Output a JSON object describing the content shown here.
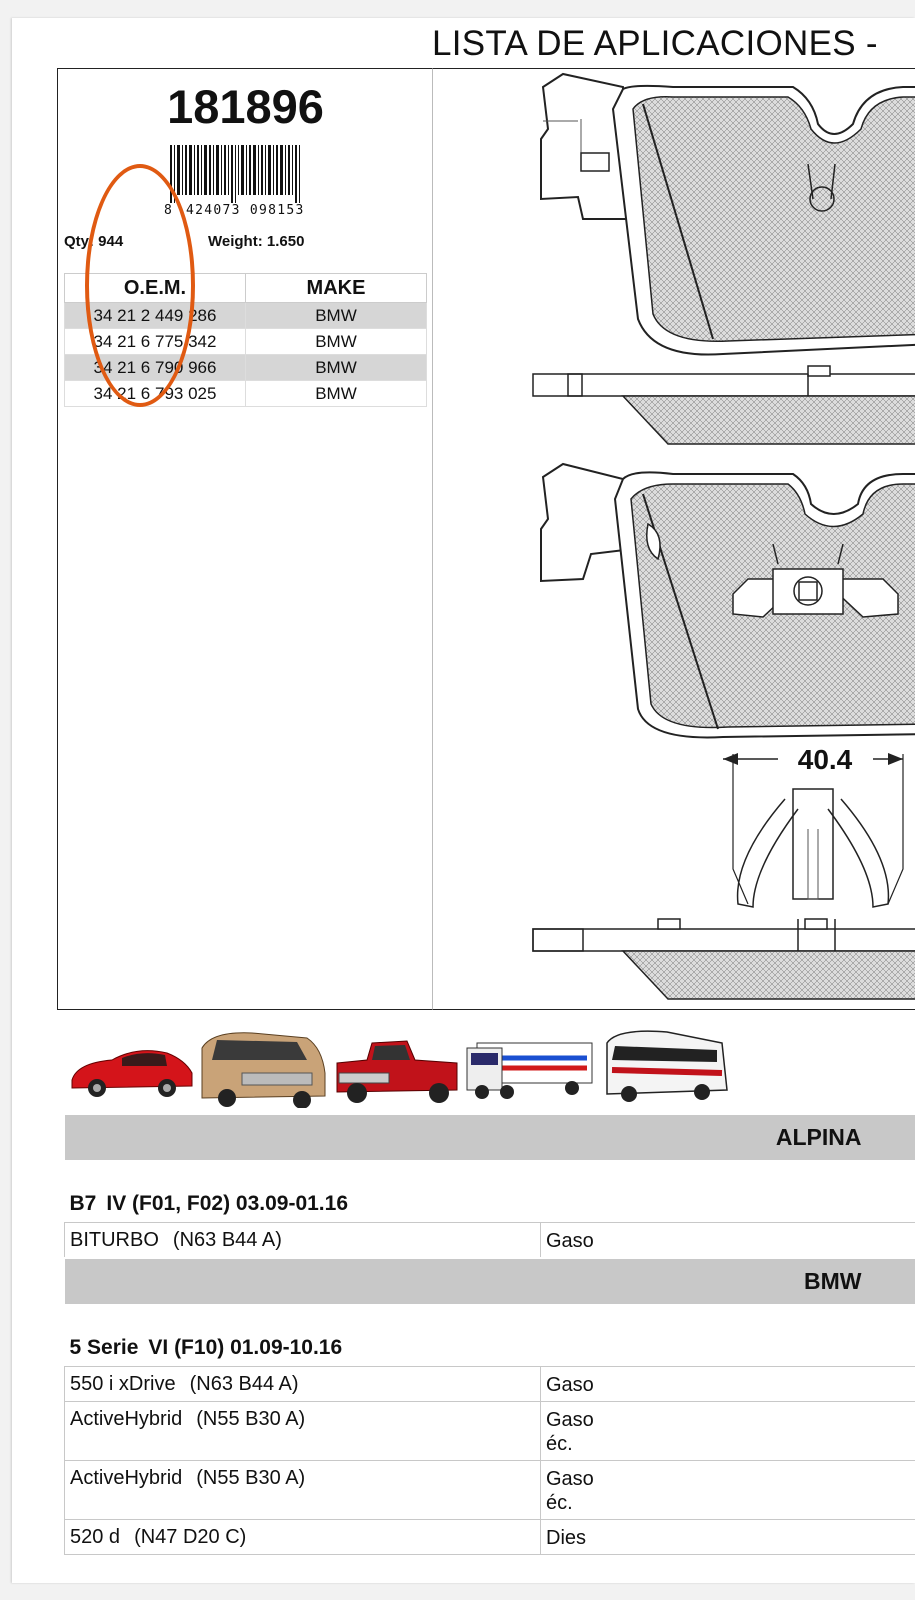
{
  "document": {
    "title": "LISTA DE APLICACIONES -",
    "part_number": "181896",
    "barcode": {
      "lead_digit": "8",
      "digits": "424073 098153"
    },
    "qty_label": "Qty: 944",
    "weight_label": "Weight: 1.650",
    "oem_table": {
      "headers": [
        "O.E.M.",
        "MAKE"
      ],
      "rows": [
        [
          "34 21 2 449 286",
          "BMW"
        ],
        [
          "34 21 6 775 342",
          "BMW"
        ],
        [
          "34 21 6 790 966",
          "BMW"
        ],
        [
          "34 21 6 793 025",
          "BMW"
        ]
      ]
    },
    "drawing": {
      "dimension": "40.4"
    },
    "applications": [
      {
        "make": "ALPINA",
        "models": [
          {
            "name": "B7",
            "gen": "IV (F01, F02) 03.09-01.16",
            "engines": [
              {
                "variant": "BITURBO",
                "code": "(N63 B44 A)",
                "fuel": "Gaso",
                "fuel2": ""
              }
            ]
          }
        ]
      },
      {
        "make": "BMW",
        "models": [
          {
            "name": "5  Serie",
            "gen": "VI (F10) 01.09-10.16",
            "engines": [
              {
                "variant": "550 i xDrive",
                "code": "(N63 B44 A)",
                "fuel": "Gaso",
                "fuel2": ""
              },
              {
                "variant": "ActiveHybrid",
                "code": "(N55 B30 A)",
                "fuel": "Gaso",
                "fuel2": "éc."
              },
              {
                "variant": "ActiveHybrid",
                "code": "(N55 B30 A)",
                "fuel": "Gaso",
                "fuel2": "éc."
              },
              {
                "variant": "520 d",
                "code": "(N47 D20 C)",
                "fuel": "Dies",
                "fuel2": ""
              }
            ]
          }
        ]
      }
    ]
  },
  "colors": {
    "annotation_circle": "#e05a12",
    "make_band": "#c8c8c8",
    "row_shade": "#d6d6d6"
  }
}
